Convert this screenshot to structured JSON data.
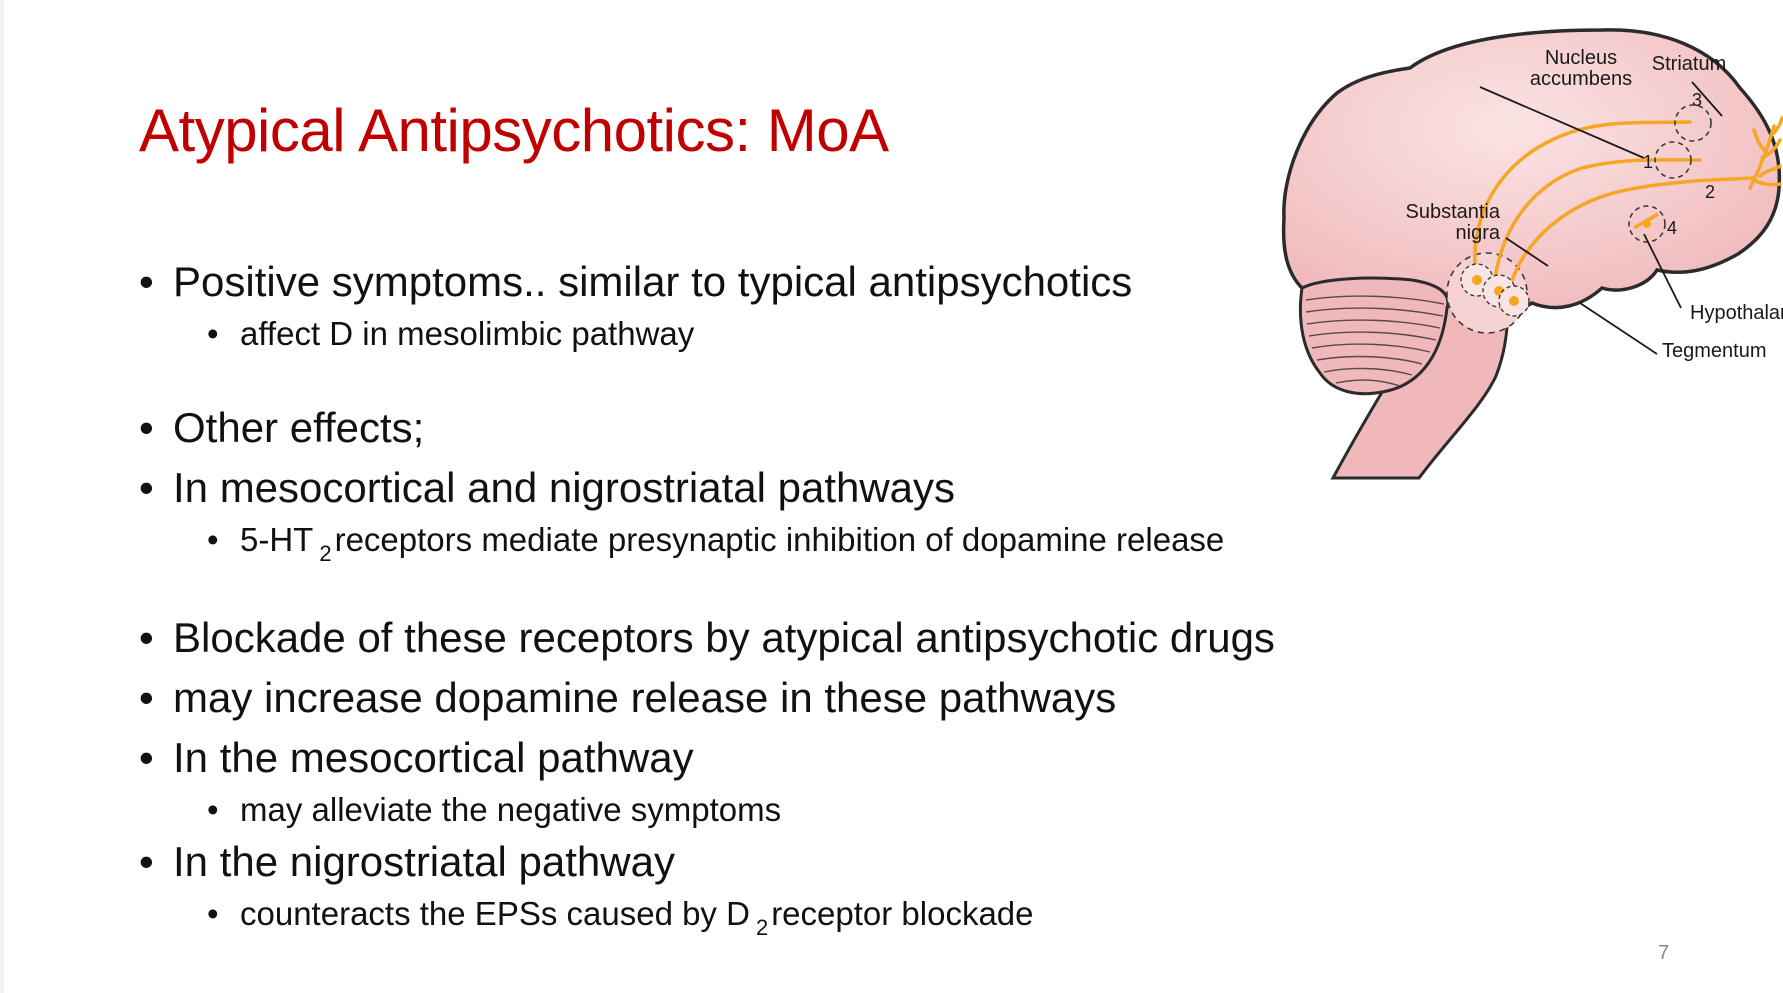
{
  "slide": {
    "title": "Atypical Antipsychotics: MoA",
    "bullets": {
      "b1": "Positive symptoms.. similar to typical antipsychotics",
      "b1_sub": "affect D in mesolimbic pathway",
      "b2": "Other effects;",
      "b3": "In mesocortical and nigrostriatal pathways",
      "b3_sub_a": "5-HT",
      "b3_sub_b": "2",
      "b3_sub_c": "receptors mediate presynaptic inhibition of dopamine release",
      "b4": "Blockade of these receptors by atypical antipsychotic drugs",
      "b5": "may increase dopamine release in these pathways",
      "b6": "In the mesocortical pathway",
      "b6_sub": "may alleviate the negative symptoms",
      "b7": "In the nigrostriatal pathway",
      "b7_sub_a": "counteracts the EPSs caused by D",
      "b7_sub_b": "2",
      "b7_sub_c": "receptor blockade"
    },
    "page_number": "7"
  },
  "figure": {
    "labels": {
      "nucleus": "Nucleus",
      "accumbens": "accumbens",
      "striatum": "Striatum",
      "substantia": "Substantia",
      "nigra": "nigra",
      "hypothalamus": "Hypothalamus",
      "tegmentum": "Tegmentum"
    },
    "numbers": {
      "n1": "1",
      "n2": "2",
      "n3": "3",
      "n4": "4"
    },
    "colors": {
      "brain_fill": "#f3c6c8",
      "brain_stroke": "#2b2b2b",
      "pathway": "#f5a623",
      "title": "#c00000"
    }
  }
}
